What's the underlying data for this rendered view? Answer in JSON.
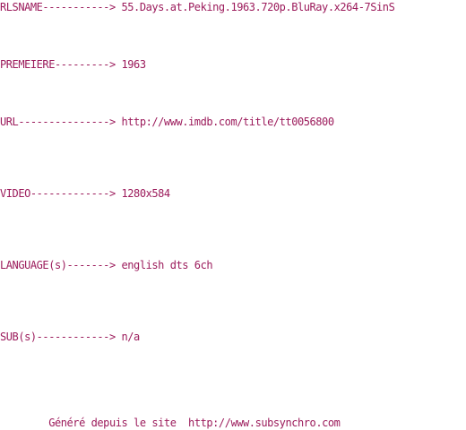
{
  "nfo": {
    "rlsname": {
      "label": "RLSNAME----------->",
      "value": "55.Days.at.Peking.1963.720p.BluRay.x264-7SinS"
    },
    "premiere": {
      "label": "PREMEIERE--------->",
      "value": "1963"
    },
    "url": {
      "label": "URL--------------->",
      "value": "http://www.imdb.com/title/tt0056800"
    },
    "video": {
      "label": "VIDEO------------->",
      "value": "1280x584"
    },
    "language": {
      "label": "LANGUAGE(s)------->",
      "value": "english dts 6ch"
    },
    "sub": {
      "label": "SUB(s)------------>",
      "value": "n/a"
    }
  },
  "footer": {
    "text": "Généré depuis le site",
    "link": "http://www.subsynchro.com"
  },
  "colors": {
    "text": "#9c1c5c",
    "background": "#ffffff"
  }
}
